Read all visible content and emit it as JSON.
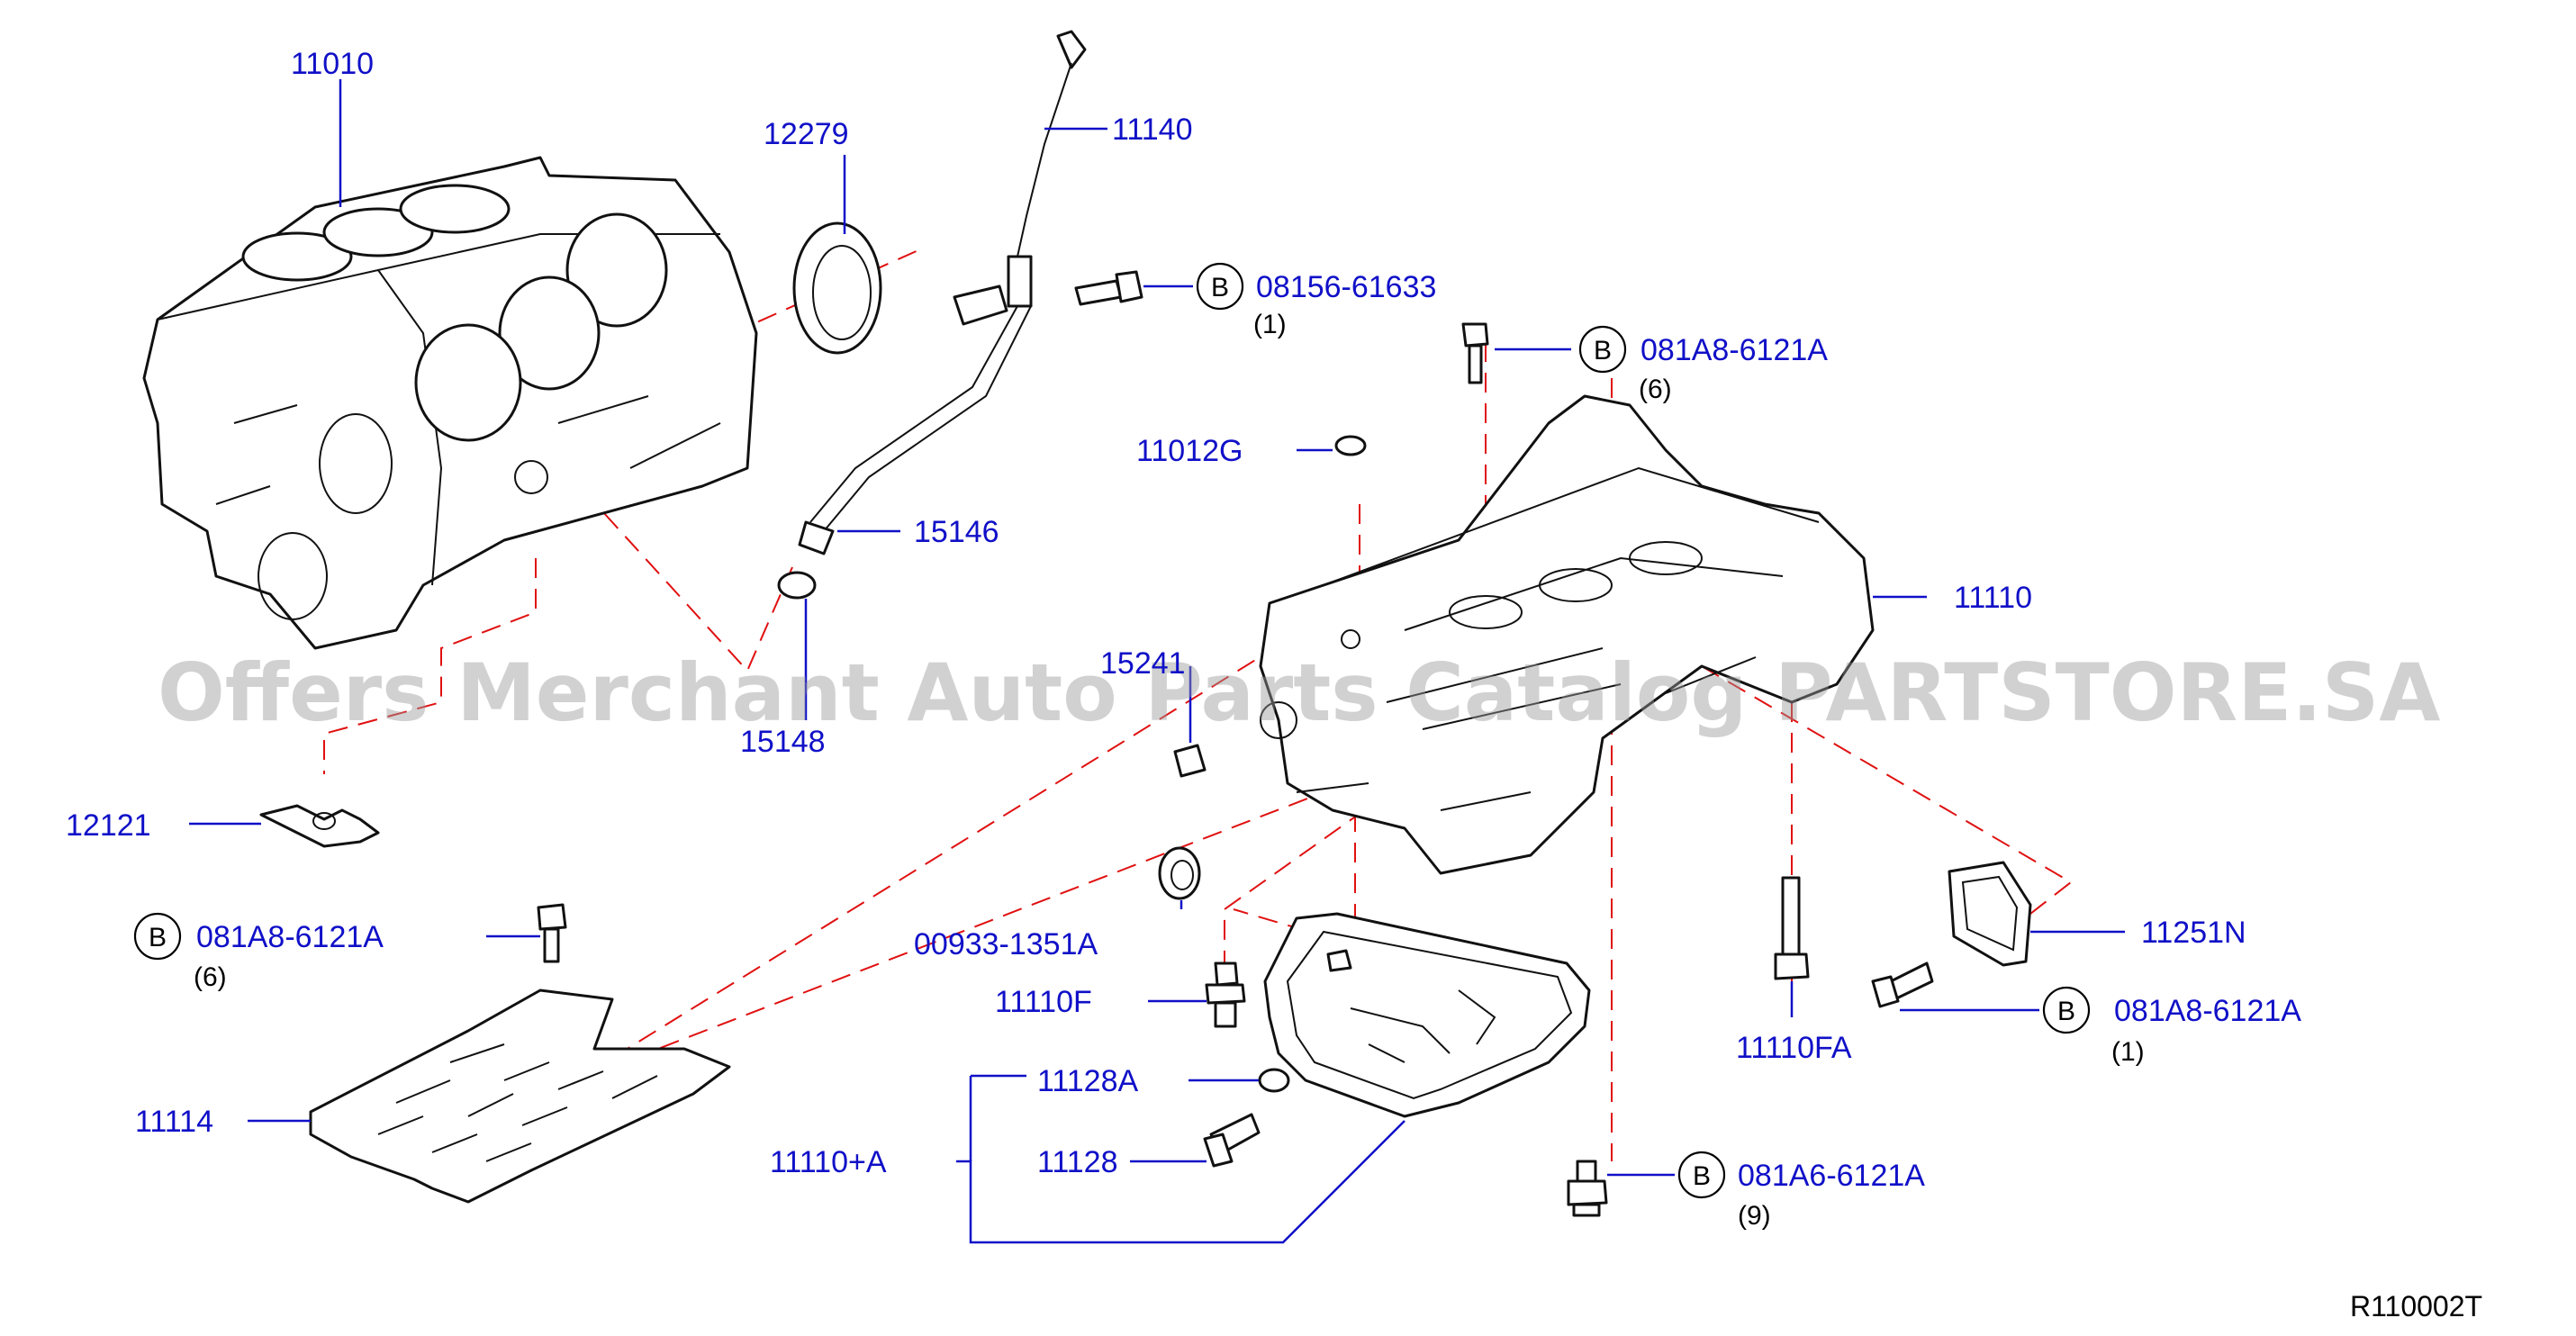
{
  "diagram": {
    "watermark": "Offers Merchant Auto Parts Catalog PARTSTORE.SA",
    "reference_code": "R110002T",
    "bolt_symbol": "B",
    "parts": [
      {
        "id": "11010"
      },
      {
        "id": "12279"
      },
      {
        "id": "11140"
      },
      {
        "id": "08156-61633",
        "qty": "(1)"
      },
      {
        "id": "081A8-6121A",
        "qty": "(6)"
      },
      {
        "id": "11012G"
      },
      {
        "id": "15146"
      },
      {
        "id": "11110"
      },
      {
        "id": "15148"
      },
      {
        "id": "15241"
      },
      {
        "id": "12121"
      },
      {
        "id": "081A8-6121A",
        "qty": "(6)"
      },
      {
        "id": "00933-1351A"
      },
      {
        "id": "11251N"
      },
      {
        "id": "11110F"
      },
      {
        "id": "081A8-6121A",
        "qty": "(1)"
      },
      {
        "id": "11110FA"
      },
      {
        "id": "11128A"
      },
      {
        "id": "11114"
      },
      {
        "id": "11110+A"
      },
      {
        "id": "11128"
      },
      {
        "id": "081A6-6121A",
        "qty": "(9)"
      }
    ]
  }
}
